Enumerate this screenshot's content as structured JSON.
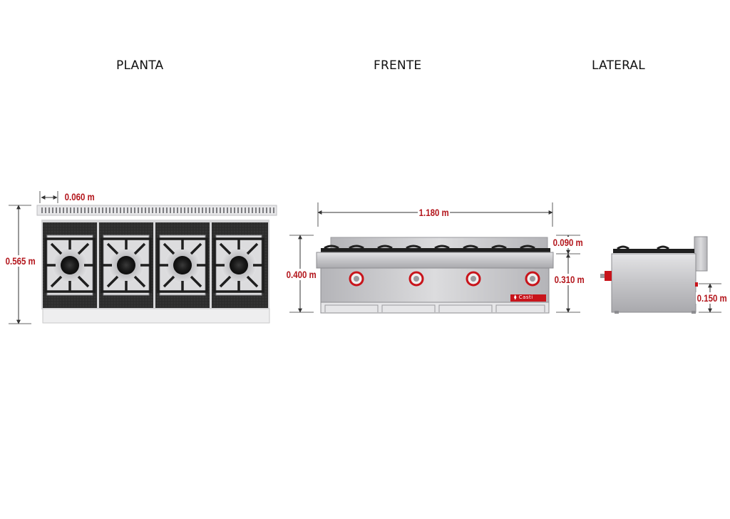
{
  "views": {
    "plan_label": "PLANTA",
    "front_label": "FRENTE",
    "side_label": "LATERAL"
  },
  "dimensions": {
    "plan_depth": "0.565 m",
    "plan_backsplash": "0.060 m",
    "front_width": "1.180 m",
    "front_height": "0.400 m",
    "front_top": "0.090 m",
    "front_body": "0.310 m",
    "side_leg": "0.150 m"
  },
  "logo_text": "⧫ Casti",
  "burner_count": 4,
  "knob_count": 4,
  "colors": {
    "dimension_red": "#b3161c",
    "steel": "#c9c9cb",
    "grate": "#2a2a2a",
    "knob_red": "#c8141b"
  }
}
